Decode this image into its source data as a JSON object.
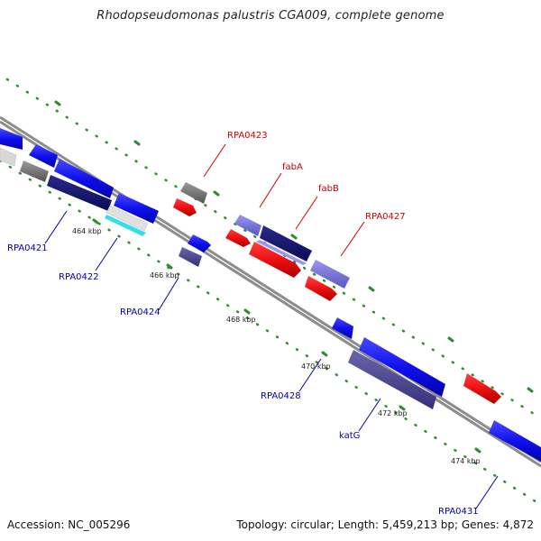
{
  "title": "Rhodopseudomonas palustris CGA009, complete genome",
  "footer": {
    "accession": "Accession: NC_005296",
    "summary": "Topology: circular; Length: 5,459,213 bp; Genes: 4,872"
  },
  "colors": {
    "backbone": "#8c8c8c",
    "tick": "#2e8b2e",
    "forward_label": "#cc0000",
    "reverse_label": "#0000aa"
  },
  "kbp_labels": [
    "464 kbp",
    "466 kbp",
    "468 kbp",
    "470 kbp",
    "472 kbp",
    "474 kbp"
  ],
  "gene_labels": {
    "forward": [
      "RPA0423",
      "fabA",
      "fabB",
      "RPA0427"
    ],
    "reverse": [
      "RPA0421",
      "RPA0422",
      "RPA0424",
      "RPA0428",
      "katG",
      "RPA0431"
    ]
  }
}
